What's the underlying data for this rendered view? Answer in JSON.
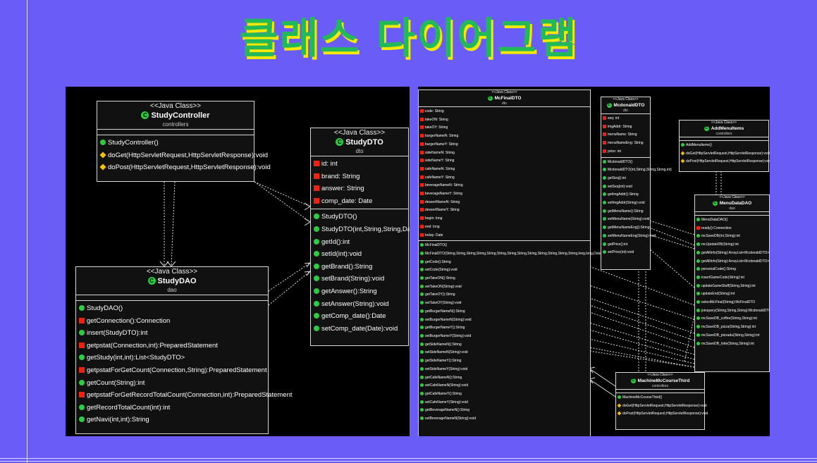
{
  "slide_title": "클래스 다이어그램",
  "colors": {
    "background": "#6a5cf6",
    "title_fill": "#23b85a",
    "title_shadow": "#f6e800"
  },
  "left_diagram": {
    "controller": {
      "stereotype": "<<Java Class>>",
      "name": "StudyController",
      "package": "controllers",
      "methods": [
        "StudyController()",
        "doGet(HttpServletRequest,HttpServletResponse):void",
        "doPost(HttpServletRequest,HttpServletResponse):void"
      ]
    },
    "dto": {
      "stereotype": "<<Java Class>>",
      "name": "StudyDTO",
      "package": "dto",
      "fields": [
        "id: int",
        "brand: String",
        "answer: String",
        "comp_date: Date"
      ],
      "methods": [
        "StudyDTO()",
        "StudyDTO(int,String,String,Date)",
        "getId():int",
        "setId(int):void",
        "getBrand():String",
        "setBrand(String):void",
        "getAnswer():String",
        "setAnswer(String):void",
        "getComp_date():Date",
        "setComp_date(Date):void"
      ]
    },
    "dao": {
      "stereotype": "<<Java Class>>",
      "name": "StudyDAO",
      "package": "dao",
      "methods": [
        "StudyDAO()",
        "getConnection():Connection",
        "insert(StudyDTO):int",
        "getpstat(Connection,int):PreparedStatement",
        "getStudy(int,int):List<StudyDTO>",
        "getpstatForGetCount(Connection,String):PreparedStatement",
        "getCount(String):int",
        "getpstatForGetRecordTotalCount(Connection,int):PreparedStatement",
        "getRecordTotalCount(int):int",
        "getNavi(int,int):String"
      ]
    }
  },
  "right_diagram": {
    "mcfinal": {
      "stereotype": "<<Java Class>>",
      "name": "McFinalDTO",
      "package": "dto",
      "fields": [
        "code: String",
        "takeON: String",
        "takeOY: String",
        "burgerNameN: String",
        "burgerNameY: String",
        "sideNameN: String",
        "sideNameY: String",
        "cafeNameN: String",
        "cafeNameY: String",
        "beverageNameN: String",
        "beverageNameY: String",
        "dessertNameN: String",
        "dessertNameY: String",
        "begin: long",
        "end: long",
        "today: Date"
      ],
      "methods": [
        "McFinalDTO()",
        "McFinalDTO(String,String,String,String,String,String,String,String,String,String,String,String,String,long,long,Date)",
        "getCode():String",
        "setCode(String):void",
        "getTakeON():String",
        "setTakeON(String):void",
        "getTakeOY():String",
        "setTakeOY(String):void",
        "getBurgerNameN():String",
        "setBurgerNameN(String):void",
        "getBurgerNameY():String",
        "setBurgerNameY(String):void",
        "getSideNameN():String",
        "setSideNameN(String):void",
        "getSideNameY():String",
        "setSideNameY(String):void",
        "getCafeNameN():String",
        "setCafeNameN(String):void",
        "getCafeNameY():String",
        "setCafeNameY(String):void",
        "getBeverageNameN():String",
        "setBeverageNameN(String):void"
      ]
    },
    "mcdonald": {
      "stereotype": "<<Java Class>>",
      "name": "McdonaldDTO",
      "package": "dto",
      "fields": [
        "seq: int",
        "imgAddr: String",
        "menuName: String",
        "menuNameEng: String",
        "price: int"
      ],
      "methods": [
        "McdonaldDTO()",
        "McdonaldDTO(int,String,String,String,int)",
        "getSeq():int",
        "setSeq(int):void",
        "getImgAddr():String",
        "setImgAddr(String):void",
        "getMenuName():String",
        "setMenuName(String):void",
        "getMenuNameEng():String",
        "setMenuNameEng(String):void",
        "getPrice():int",
        "setPrice(int):void"
      ]
    },
    "addmenu": {
      "stereotype": "<<Java Class>>",
      "name": "AddMenuItems",
      "package": "controllers",
      "methods": [
        "AddMenuItems()",
        "doGet(HttpServletRequest,HttpServletResponse):void",
        "doPost(HttpServletRequest,HttpServletResponse):void"
      ]
    },
    "menudata": {
      "stereotype": "<<Java Class>>",
      "name": "MenuDataDAO",
      "package": "dao",
      "methods": [
        "MenuDataDAO()",
        "ready():Connection",
        "mcSaveDB(int,String):int",
        "mcUpdateDB(String):int",
        "getAllInfo(String):ArrayList<McdonaldDTO>",
        "getAllInfo(String):ArrayList<McdonaldDTO>",
        "personalCode():String",
        "insertGameCode(String):int",
        "updateGameStuff(String,String):int",
        "updateEnd(String):int",
        "selectMcFinal(String):McFinalDTO",
        "joinquery(String,String,String):McdonaldDTO",
        "mcSaveDB_coffee(String,String):int",
        "mcSaveDB_pizza(String,String):int",
        "mcSaveDB_pizzadu(String,String):int",
        "mcSaveDB_lotte(String,String):int"
      ]
    },
    "machine": {
      "stereotype": "<<Java Class>>",
      "name": "MachineMcCourseThird",
      "package": "controllers",
      "methods": [
        "MachineMcCourseThird()",
        "doGet(HttpServletRequest,HttpServletResponse):void",
        "doPost(HttpServletRequest,HttpServletResponse):void"
      ]
    }
  }
}
